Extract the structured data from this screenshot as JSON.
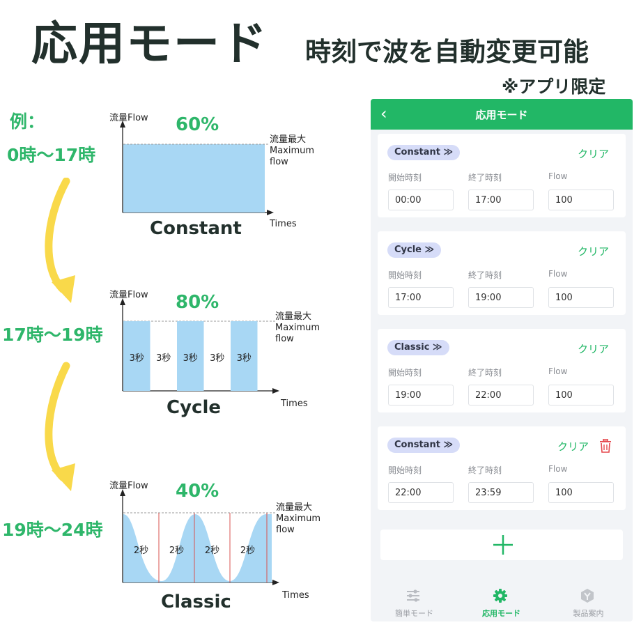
{
  "header": {
    "title": "応用モード",
    "subtitle": "時刻で波を自動変更可能",
    "note": "※アプリ限定"
  },
  "example": {
    "label": "例：",
    "times": [
      "0時〜17時",
      "17時〜19時",
      "19時〜24時"
    ]
  },
  "charts": {
    "ylabel": "流量Flow",
    "xlabel": "Times",
    "max_label": "流量最大",
    "max_en1": "Maximum",
    "max_en2": "flow",
    "constant": {
      "name": "Constant",
      "percent": "60%"
    },
    "cycle": {
      "name": "Cycle",
      "percent": "80%",
      "segment_label": "3秒"
    },
    "classic": {
      "name": "Classic",
      "percent": "40%",
      "segment_label": "2秒"
    }
  },
  "chart_data": [
    {
      "type": "area",
      "title": "Constant",
      "ylabel": "流量Flow",
      "xlabel": "Times",
      "values": [
        60
      ],
      "percent_label": "60%"
    },
    {
      "type": "bar",
      "title": "Cycle",
      "ylabel": "流量Flow",
      "xlabel": "Times",
      "percent_label": "80%",
      "categories": [
        "3秒",
        "3秒",
        "3秒",
        "3秒",
        "3秒"
      ],
      "values": [
        1,
        0,
        1,
        0,
        1
      ]
    },
    {
      "type": "area",
      "title": "Classic",
      "ylabel": "流量Flow",
      "xlabel": "Times",
      "percent_label": "40%",
      "categories": [
        "2秒",
        "2秒",
        "2秒",
        "2秒"
      ],
      "peaks": 3
    }
  ],
  "app": {
    "title": "応用モード",
    "clear_label": "クリア",
    "field_labels": [
      "開始時刻",
      "終了時刻",
      "Flow"
    ],
    "cards": [
      {
        "mode": "Constant ≫",
        "start": "00:00",
        "end": "17:00",
        "flow": "100"
      },
      {
        "mode": "Cycle ≫",
        "start": "17:00",
        "end": "19:00",
        "flow": "100"
      },
      {
        "mode": "Classic ≫",
        "start": "19:00",
        "end": "22:00",
        "flow": "100"
      },
      {
        "mode": "Constant ≫",
        "start": "22:00",
        "end": "23:59",
        "flow": "100"
      }
    ],
    "nav": [
      {
        "label": "簡単モード",
        "icon": "sliders-icon"
      },
      {
        "label": "応用モード",
        "icon": "gear-icon"
      },
      {
        "label": "製品案内",
        "icon": "product-icon"
      }
    ]
  },
  "colors": {
    "green": "#22b766",
    "label_green": "#2eb66a",
    "chart_blue": "#a8d7f4",
    "arrow_yellow": "#f9d94a",
    "pill": "#d6dcf8"
  }
}
